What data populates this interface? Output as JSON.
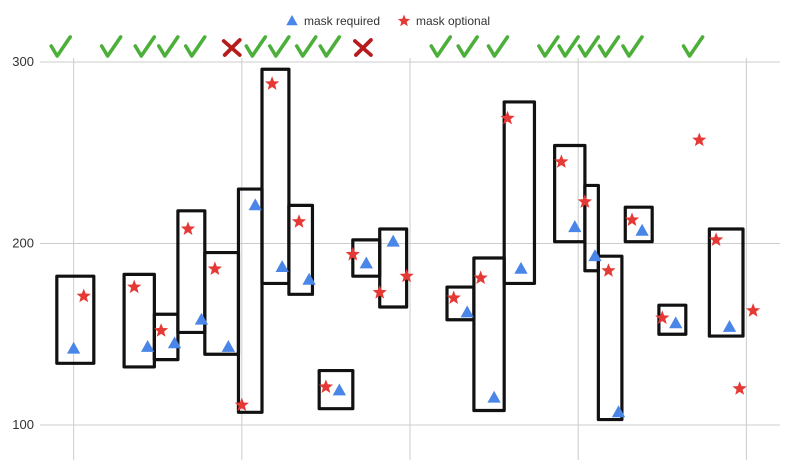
{
  "chart_data": {
    "type": "scatter",
    "title": "",
    "xlabel": "",
    "ylabel": "",
    "ylim": [
      95,
      310
    ],
    "yticks": [
      100,
      200,
      300
    ],
    "grid": true,
    "legend_position": "top-center",
    "x_index_range": [
      0,
      22
    ],
    "x_gridlines": [
      1,
      6,
      11,
      16,
      21
    ],
    "series": [
      {
        "name": "mask required",
        "marker": "triangle",
        "color": "#4a86e8",
        "points": [
          {
            "x": 1,
            "y": 142
          },
          {
            "x": 3.2,
            "y": 143
          },
          {
            "x": 4,
            "y": 145
          },
          {
            "x": 4.8,
            "y": 158
          },
          {
            "x": 5.6,
            "y": 143
          },
          {
            "x": 6.4,
            "y": 221
          },
          {
            "x": 7.2,
            "y": 187
          },
          {
            "x": 8.0,
            "y": 180
          },
          {
            "x": 8.9,
            "y": 119
          },
          {
            "x": 9.7,
            "y": 189
          },
          {
            "x": 10.5,
            "y": 201
          },
          {
            "x": 12.7,
            "y": 162
          },
          {
            "x": 13.5,
            "y": 115
          },
          {
            "x": 14.3,
            "y": 186
          },
          {
            "x": 15.9,
            "y": 209
          },
          {
            "x": 16.5,
            "y": 193
          },
          {
            "x": 17.2,
            "y": 107
          },
          {
            "x": 17.9,
            "y": 207
          },
          {
            "x": 18.9,
            "y": 156
          },
          {
            "x": 20.5,
            "y": 154
          }
        ]
      },
      {
        "name": "mask optional",
        "marker": "star",
        "color": "#e53935",
        "points": [
          {
            "x": 1.3,
            "y": 171
          },
          {
            "x": 2.8,
            "y": 176
          },
          {
            "x": 3.6,
            "y": 152
          },
          {
            "x": 4.4,
            "y": 208
          },
          {
            "x": 5.2,
            "y": 186
          },
          {
            "x": 6.0,
            "y": 111
          },
          {
            "x": 6.9,
            "y": 288
          },
          {
            "x": 7.7,
            "y": 212
          },
          {
            "x": 8.5,
            "y": 121
          },
          {
            "x": 9.3,
            "y": 194
          },
          {
            "x": 10.1,
            "y": 173
          },
          {
            "x": 10.9,
            "y": 182
          },
          {
            "x": 12.3,
            "y": 170
          },
          {
            "x": 13.1,
            "y": 181
          },
          {
            "x": 13.9,
            "y": 269
          },
          {
            "x": 15.5,
            "y": 245
          },
          {
            "x": 16.2,
            "y": 223
          },
          {
            "x": 16.9,
            "y": 185
          },
          {
            "x": 17.6,
            "y": 213
          },
          {
            "x": 18.5,
            "y": 159
          },
          {
            "x": 19.6,
            "y": 257
          },
          {
            "x": 20.1,
            "y": 202
          },
          {
            "x": 20.8,
            "y": 120
          },
          {
            "x": 21.2,
            "y": 163
          }
        ]
      }
    ],
    "annotations": {
      "boxes": [
        {
          "x0": 0.5,
          "x1": 1.6,
          "y0": 134,
          "y1": 182
        },
        {
          "x0": 2.5,
          "x1": 3.4,
          "y0": 132,
          "y1": 183
        },
        {
          "x0": 3.4,
          "x1": 4.1,
          "y0": 136,
          "y1": 161
        },
        {
          "x0": 4.1,
          "x1": 4.9,
          "y0": 151,
          "y1": 218
        },
        {
          "x0": 4.9,
          "x1": 5.9,
          "y0": 139,
          "y1": 195
        },
        {
          "x0": 5.9,
          "x1": 6.6,
          "y0": 107,
          "y1": 230
        },
        {
          "x0": 6.6,
          "x1": 7.4,
          "y0": 178,
          "y1": 296
        },
        {
          "x0": 7.4,
          "x1": 8.1,
          "y0": 172,
          "y1": 221
        },
        {
          "x0": 8.3,
          "x1": 9.3,
          "y0": 109,
          "y1": 130
        },
        {
          "x0": 9.3,
          "x1": 10.1,
          "y0": 182,
          "y1": 202
        },
        {
          "x0": 10.1,
          "x1": 10.9,
          "y0": 165,
          "y1": 208
        },
        {
          "x0": 12.1,
          "x1": 12.9,
          "y0": 158,
          "y1": 176
        },
        {
          "x0": 12.9,
          "x1": 13.8,
          "y0": 108,
          "y1": 192
        },
        {
          "x0": 13.8,
          "x1": 14.7,
          "y0": 178,
          "y1": 278
        },
        {
          "x0": 15.3,
          "x1": 16.2,
          "y0": 201,
          "y1": 254
        },
        {
          "x0": 16.2,
          "x1": 16.6,
          "y0": 185,
          "y1": 232
        },
        {
          "x0": 16.6,
          "x1": 17.3,
          "y0": 103,
          "y1": 193
        },
        {
          "x0": 17.4,
          "x1": 18.2,
          "y0": 201,
          "y1": 220
        },
        {
          "x0": 18.4,
          "x1": 19.2,
          "y0": 150,
          "y1": 166
        },
        {
          "x0": 19.9,
          "x1": 20.9,
          "y0": 149,
          "y1": 208
        }
      ],
      "marks": [
        {
          "x": 0.6,
          "type": "check"
        },
        {
          "x": 2.1,
          "type": "check"
        },
        {
          "x": 3.1,
          "type": "check"
        },
        {
          "x": 3.8,
          "type": "check"
        },
        {
          "x": 4.6,
          "type": "check"
        },
        {
          "x": 5.7,
          "type": "cross"
        },
        {
          "x": 6.4,
          "type": "check"
        },
        {
          "x": 7.1,
          "type": "check"
        },
        {
          "x": 7.9,
          "type": "check"
        },
        {
          "x": 8.6,
          "type": "check"
        },
        {
          "x": 9.6,
          "type": "cross"
        },
        {
          "x": 11.9,
          "type": "check"
        },
        {
          "x": 12.7,
          "type": "check"
        },
        {
          "x": 13.6,
          "type": "check"
        },
        {
          "x": 15.1,
          "type": "check"
        },
        {
          "x": 15.7,
          "type": "check"
        },
        {
          "x": 16.3,
          "type": "check"
        },
        {
          "x": 16.9,
          "type": "check"
        },
        {
          "x": 17.6,
          "type": "check"
        },
        {
          "x": 19.4,
          "type": "check"
        }
      ]
    }
  }
}
